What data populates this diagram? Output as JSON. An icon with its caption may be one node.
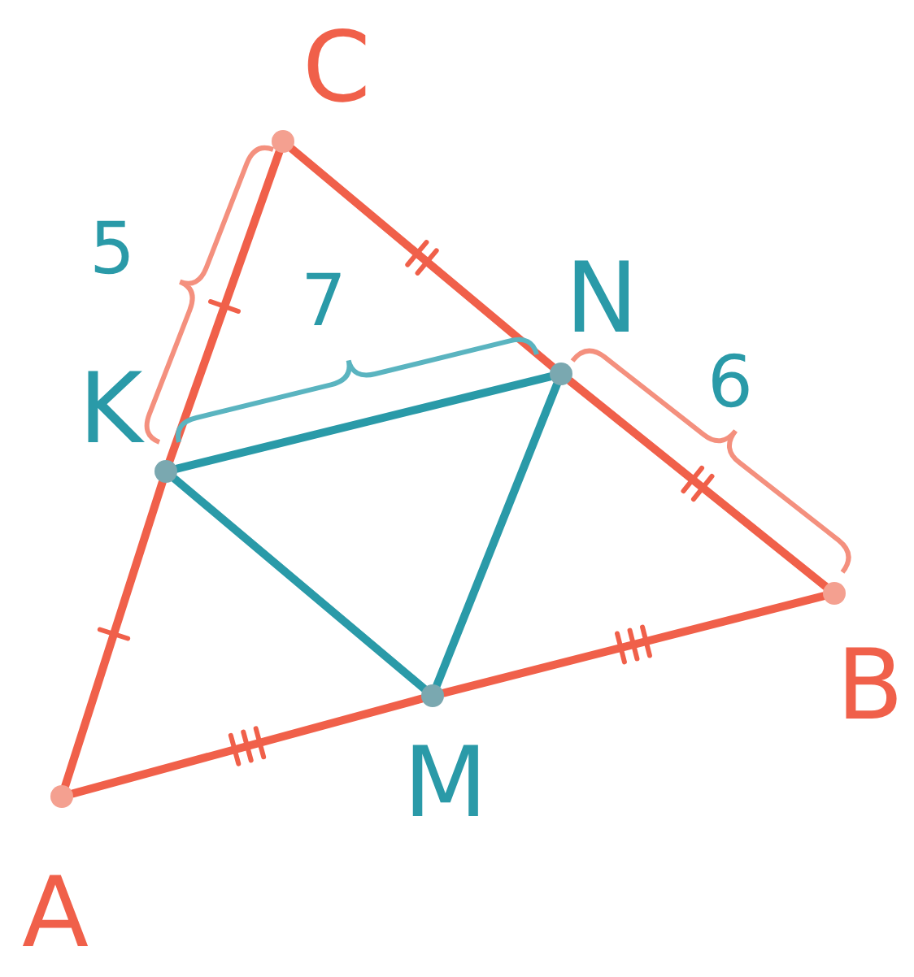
{
  "diagram": {
    "nodes": [
      {
        "text": [
          "C"
        ]
      },
      {
        "text": [
          "N"
        ]
      },
      {
        "text": [
          "K"
        ]
      },
      {
        "text": [
          "B"
        ]
      },
      {
        "text": [
          "M"
        ]
      },
      {
        "text": [
          "A"
        ]
      }
    ],
    "edges": [
      {
        "from": 5,
        "to": 2,
        "arrow": "none"
      },
      {
        "from": 2,
        "to": 0,
        "arrow": "none"
      },
      {
        "from": 0,
        "to": 1,
        "arrow": "none"
      },
      {
        "from": 1,
        "to": 3,
        "arrow": "none"
      },
      {
        "from": 5,
        "to": 4,
        "arrow": "none"
      },
      {
        "from": 4,
        "to": 3,
        "arrow": "none"
      },
      {
        "from": 2,
        "to": 1,
        "arrow": "none",
        "color": "#2a9aa8"
      },
      {
        "from": 2,
        "to": 4,
        "arrow": "none",
        "color": "#2a9aa8"
      },
      {
        "from": 1,
        "to": 4,
        "arrow": "none",
        "color": "#2a9aa8"
      }
    ],
    "labels": [
      "5",
      "7",
      "6"
    ]
  }
}
